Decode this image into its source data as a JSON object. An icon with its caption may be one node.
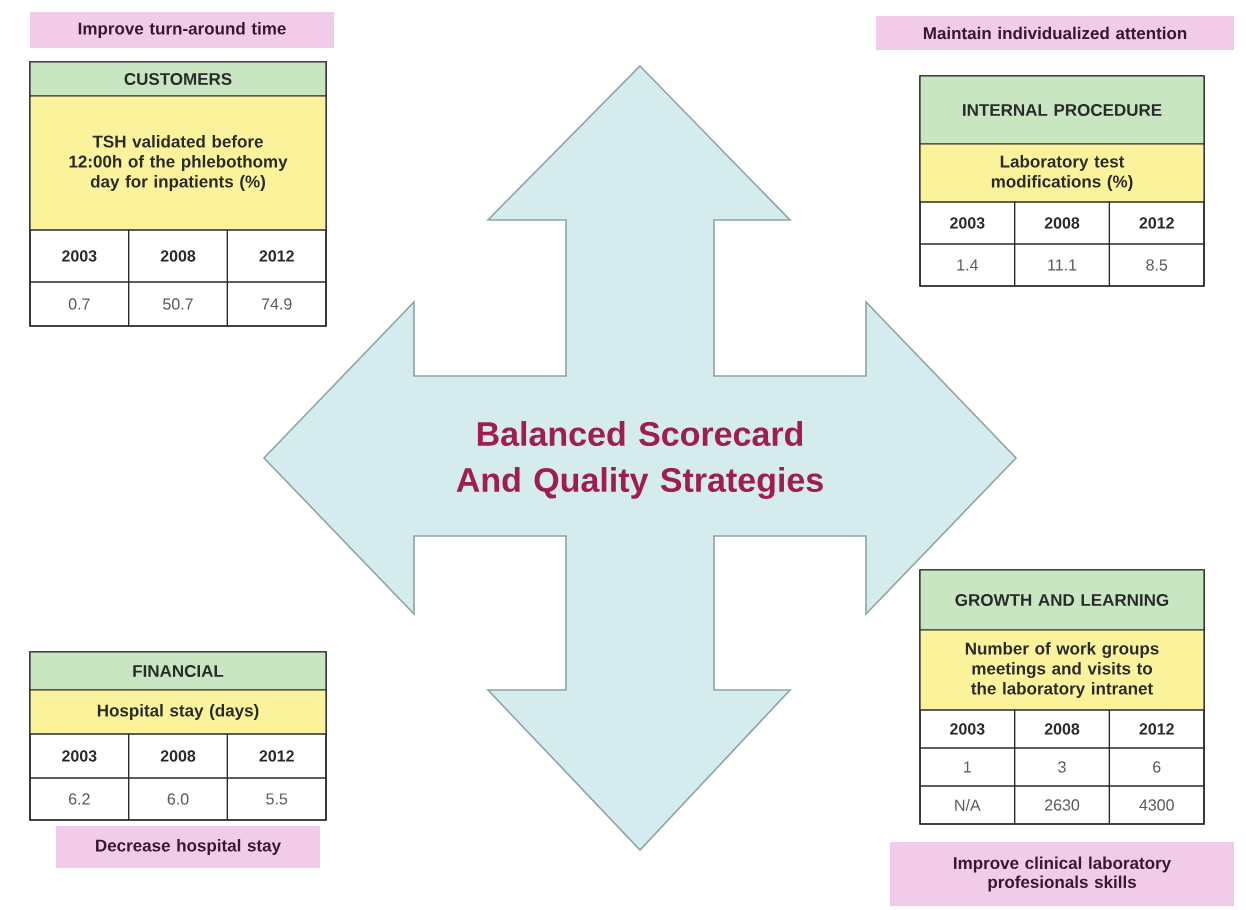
{
  "diagram": {
    "nodes": [
      {
        "text": [
          "Improve turn-around time"
        ]
      },
      {
        "text": [
          "Maintain individualized attention"
        ]
      },
      {
        "text": [
          "CUSTOMERS",
          "TSH validated before 12:00h of the phlebothomy day for inpatients (%)"
        ]
      },
      {
        "text": [
          "INTERNAL PROCEDURE",
          "Laboratory test modifications (%)"
        ]
      },
      {
        "text": [
          "Balanced Scorecard And Quality Strategies"
        ]
      },
      {
        "text": [
          "GROWTH AND LEARNING",
          "Number of work groups meetings and visits to the laboratory intranet"
        ]
      },
      {
        "text": [
          "FINANCIAL",
          "Hospital stay (days)"
        ]
      },
      {
        "text": [
          "Decrease hospital stay"
        ]
      },
      {
        "text": [
          "Improve clinical laboratory profesionals skills"
        ]
      }
    ],
    "labels": [
      "2003",
      "2008",
      "2012",
      "0.7",
      "50.7",
      "74.9",
      "2003",
      "2008",
      "2012",
      "1.4",
      "11.1",
      "8.5",
      "2003",
      "2008",
      "2012",
      "1",
      "3",
      "6",
      "N/A",
      "2630",
      "4300",
      "2003",
      "2008",
      "2012",
      "6.2",
      "6.0",
      "5.5"
    ]
  }
}
